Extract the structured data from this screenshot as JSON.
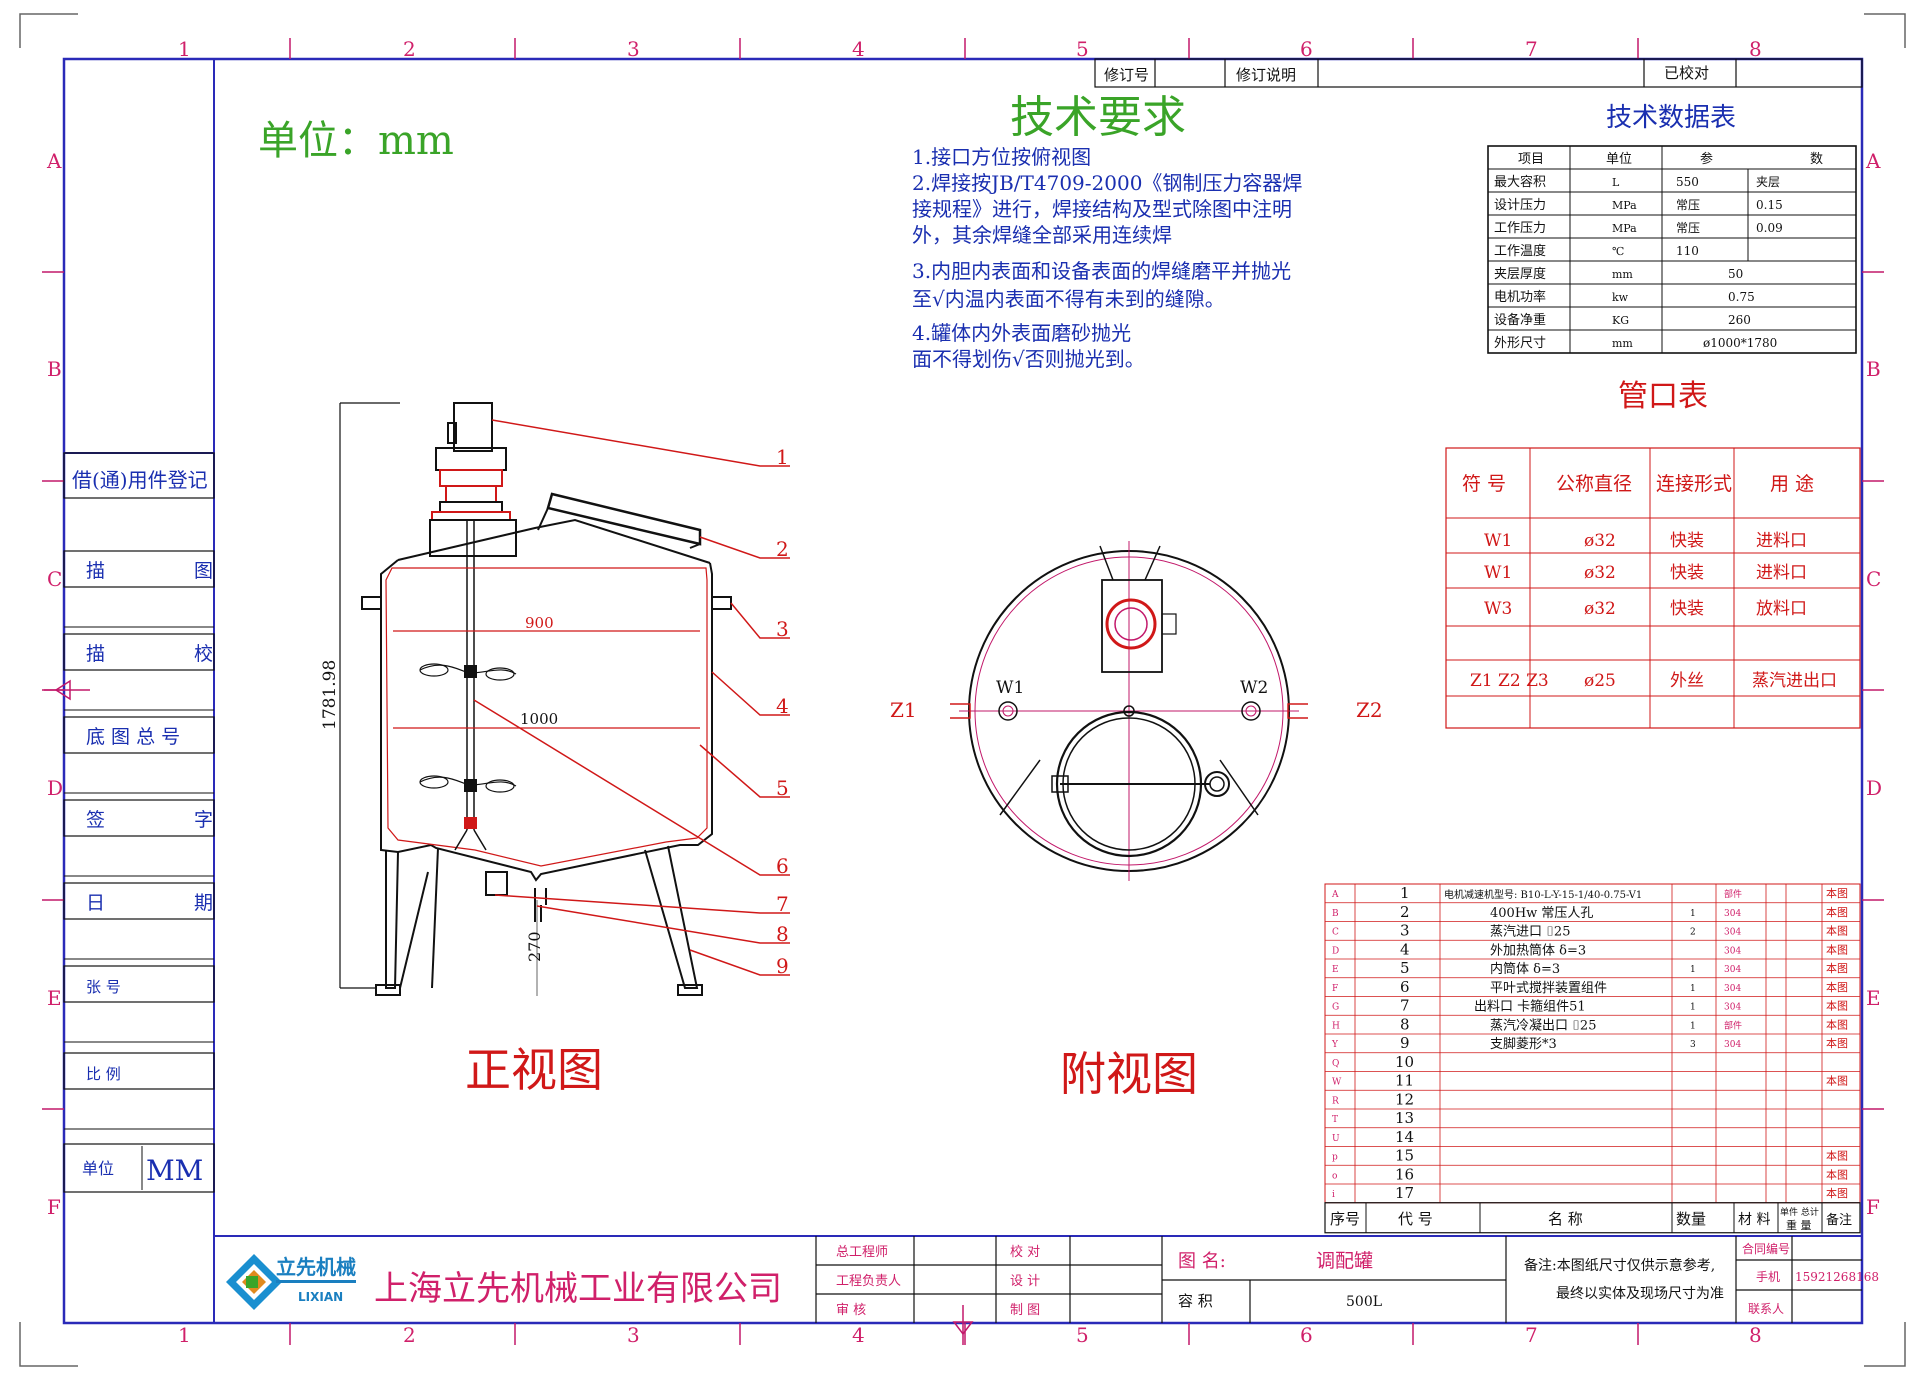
{
  "colors": {
    "frame": "#2a2ab8",
    "grid": "#c2186a",
    "red": "#d01818",
    "green": "#3aa428",
    "blue": "#1a2fb0",
    "dark": "#111111"
  },
  "grid_cols": [
    "1",
    "2",
    "3",
    "4",
    "5",
    "6",
    "7",
    "8"
  ],
  "grid_rows": [
    "A",
    "B",
    "C",
    "D",
    "E",
    "F"
  ],
  "left_panel": {
    "register": "借(通)用件登记",
    "rows": [
      {
        "l": "描",
        "r": "图"
      },
      {
        "l": "描",
        "r": "校"
      },
      {
        "l": "底 图 总 号",
        "r": ""
      },
      {
        "l": "签",
        "r": "字"
      },
      {
        "l": "日",
        "r": "期"
      },
      {
        "l": "张    号",
        "r": ""
      },
      {
        "l": "比    例",
        "r": ""
      }
    ],
    "unit_label": "单位",
    "unit_value": "MM"
  },
  "revision": {
    "no": "修订号",
    "desc": "修订说明",
    "checked": "已校对"
  },
  "unit_title": "单位：mm",
  "tech_req": {
    "title": "技术要求",
    "lines": [
      "1.接口方位按俯视图",
      "2.焊接按JB/T4709-2000《钢制压力容器焊",
      "  接规程》进行，焊接结构及型式除图中注明",
      "    外，其余焊缝全部采用连续焊",
      "3.内胆内表面和设备表面的焊缝磨平并抛光",
      "  至√内温内表面不得有未到的缝隙。",
      "4.罐体内外表面磨砂抛光",
      "     面不得划伤√否则抛光到。"
    ]
  },
  "tech_table": {
    "title": "技术数据表",
    "head": [
      "项目",
      "单位",
      "参",
      "数"
    ],
    "rows": [
      [
        "最大容积",
        "L",
        "550",
        "夹层"
      ],
      [
        "设计压力",
        "MPa",
        "常压",
        "0.15"
      ],
      [
        "工作压力",
        "MPa",
        "常压",
        "0.09"
      ],
      [
        "工作温度",
        "℃",
        "110",
        ""
      ],
      [
        "夹层厚度",
        "mm",
        "50",
        ""
      ],
      [
        "电机功率",
        "kw",
        "0.75",
        ""
      ],
      [
        "设备净重",
        "KG",
        "260",
        ""
      ],
      [
        "外形尺寸",
        "mm",
        "ø1000*1780",
        ""
      ]
    ]
  },
  "nozzle_table": {
    "title": "管口表",
    "head": [
      "符 号",
      "公称直径",
      "连接形式",
      "用 途"
    ],
    "rows": [
      [
        "W1",
        "ø32",
        "快装",
        "进料口"
      ],
      [
        "W1",
        "ø32",
        "快装",
        "进料口"
      ],
      [
        "W3",
        "ø32",
        "快装",
        "放料口"
      ],
      [
        "",
        "",
        "",
        ""
      ],
      [
        "Z1 Z2 Z3",
        "ø25",
        "外丝",
        "蒸汽进出口"
      ]
    ]
  },
  "front_view": {
    "label": "正视图",
    "dims": {
      "height": "1781.98",
      "inner": "900",
      "outer": "1000",
      "leg": "270"
    },
    "callouts": [
      "1",
      "2",
      "3",
      "4",
      "5",
      "6",
      "7",
      "8",
      "9"
    ]
  },
  "top_view": {
    "label": "附视图",
    "marks": {
      "z1": "Z1",
      "z2": "Z2",
      "w1": "W1",
      "w2": "W2"
    }
  },
  "parts_list": {
    "rows": [
      {
        "l": "A",
        "no": "1",
        "name": "电机减速机型号: B10-L-Y-15-1/40-0.75-V1",
        "qty": "",
        "mat": "部件",
        "note": "本图"
      },
      {
        "l": "B",
        "no": "2",
        "name": "400Hw 常压人孔",
        "qty": "1",
        "mat": "304",
        "note": "本图"
      },
      {
        "l": "C",
        "no": "3",
        "name": "蒸汽进口  ⌷25",
        "qty": "2",
        "mat": "304",
        "note": "本图"
      },
      {
        "l": "D",
        "no": "4",
        "name": "外加热筒体 δ=3",
        "qty": "",
        "mat": "304",
        "note": "本图"
      },
      {
        "l": "E",
        "no": "5",
        "name": "内筒体 δ=3",
        "qty": "1",
        "mat": "304",
        "note": "本图"
      },
      {
        "l": "F",
        "no": "6",
        "name": "平叶式搅拌装置组件",
        "qty": "1",
        "mat": "304",
        "note": "本图"
      },
      {
        "l": "G",
        "no": "7",
        "name": "出料口 卡箍组件51",
        "qty": "1",
        "mat": "304",
        "note": "本图"
      },
      {
        "l": "H",
        "no": "8",
        "name": "蒸汽冷凝出口  ⌷25",
        "qty": "1",
        "mat": "部件",
        "note": "本图"
      },
      {
        "l": "Y",
        "no": "9",
        "name": "支脚菱形*3",
        "qty": "3",
        "mat": "304",
        "note": "本图"
      },
      {
        "l": "Q",
        "no": "10",
        "name": "",
        "qty": "",
        "mat": "",
        "note": ""
      },
      {
        "l": "W",
        "no": "11",
        "name": "",
        "qty": "",
        "mat": "",
        "note": "本图"
      },
      {
        "l": "R",
        "no": "12",
        "name": "",
        "qty": "",
        "mat": "",
        "note": ""
      },
      {
        "l": "T",
        "no": "13",
        "name": "",
        "qty": "",
        "mat": "",
        "note": ""
      },
      {
        "l": "U",
        "no": "14",
        "name": "",
        "qty": "",
        "mat": "",
        "note": ""
      },
      {
        "l": "p",
        "no": "15",
        "name": "",
        "qty": "",
        "mat": "",
        "note": "本图"
      },
      {
        "l": "o",
        "no": "16",
        "name": "",
        "qty": "",
        "mat": "",
        "note": "本图"
      },
      {
        "l": "i",
        "no": "17",
        "name": "",
        "qty": "",
        "mat": "",
        "note": "本图"
      }
    ],
    "head": {
      "no": "序号",
      "code": "代 号",
      "name": "名    称",
      "qty": "数量",
      "mat": "材 料",
      "w1": "单件 总计",
      "w2": "重 量",
      "note": "备注"
    }
  },
  "title_block": {
    "logo_cn": "立先机械",
    "logo_en": "LIXIAN",
    "company": "上海立先机械工业有限公司",
    "roles": [
      "总工程师",
      "工程负责人",
      "审    核"
    ],
    "roles2": [
      "校    对",
      "设    计",
      "制    图"
    ],
    "drawing_name_label": "图    名:",
    "drawing_name": "调配罐",
    "volume_label": "容    积",
    "volume": "500L",
    "note1": "备注:本图纸尺寸仅供示意参考,",
    "note2": "最终以实体及现场尺寸为准",
    "contract_label": "合同编号",
    "phone_label": "手机",
    "phone": "15921268168",
    "contact_label": "联系人"
  }
}
